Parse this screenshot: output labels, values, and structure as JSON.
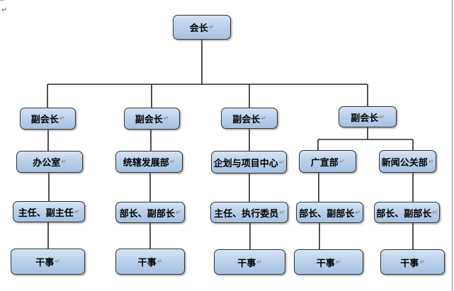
{
  "document": {
    "return_mark": "↵",
    "background": "#ffffff",
    "page_edge_color": "#8a8a8a"
  },
  "colors": {
    "box_fill_top": "#d6e3f4",
    "box_fill_bottom": "#a4c2e3",
    "box_border": "#333333",
    "connector": "#262626",
    "label_text": "#000000",
    "mark_text": "#8f8f8f"
  },
  "org_chart": {
    "type": "org-tree",
    "nodes": {
      "president": {
        "label": "会长",
        "parent": null
      },
      "vp1": {
        "label": "副会长",
        "parent": "president"
      },
      "vp2": {
        "label": "副会长",
        "parent": "president"
      },
      "vp3": {
        "label": "副会长",
        "parent": "president"
      },
      "vp4": {
        "label": "副会长",
        "parent": "president"
      },
      "dept_office": {
        "label": "办公室",
        "parent": "vp1"
      },
      "dept_development": {
        "label": "统辖发展部",
        "parent": "vp2"
      },
      "dept_planning": {
        "label": "企划与项目中心",
        "parent": "vp3"
      },
      "dept_publicity": {
        "label": "广宣部",
        "parent": "vp4"
      },
      "dept_pr": {
        "label": "新闻公关部",
        "parent": "vp4"
      },
      "role_office": {
        "label": "主任、副主任",
        "parent": "dept_office"
      },
      "role_development": {
        "label": "部长、副部长",
        "parent": "dept_development"
      },
      "role_planning": {
        "label": "主任、执行委员",
        "parent": "dept_planning"
      },
      "role_publicity": {
        "label": "部长、副部长",
        "parent": "dept_publicity"
      },
      "role_pr": {
        "label": "部长、副部长",
        "parent": "dept_pr"
      },
      "staff_office": {
        "label": "干事",
        "parent": "role_office"
      },
      "staff_development": {
        "label": "干事",
        "parent": "role_development"
      },
      "staff_planning": {
        "label": "干事",
        "parent": "role_planning"
      },
      "staff_publicity": {
        "label": "干事",
        "parent": "role_publicity"
      },
      "staff_pr": {
        "label": "干事",
        "parent": "role_pr"
      }
    }
  }
}
